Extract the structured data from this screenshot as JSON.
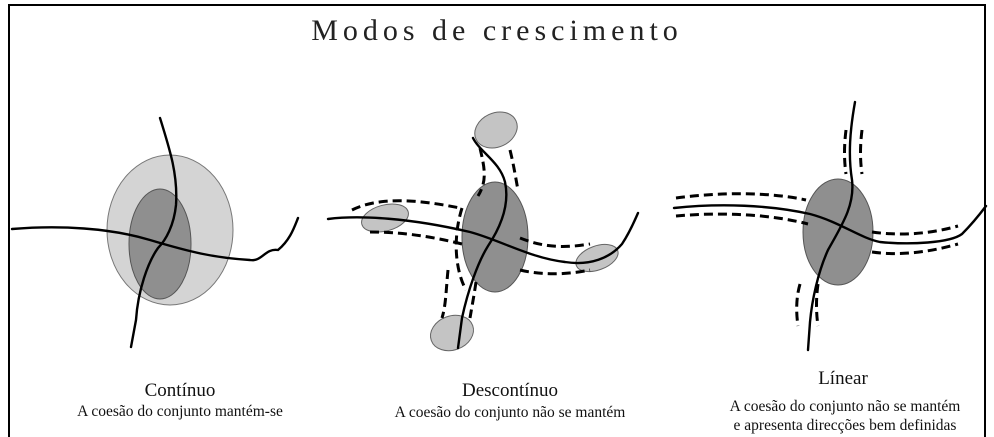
{
  "title": "Modos de crescimento",
  "panels": [
    {
      "name": "Contínuo",
      "description": "A coesão do conjunto mantém-se"
    },
    {
      "name": "Descontínuo",
      "description": "A coesão do conjunto não se mantém"
    },
    {
      "name": "Línear",
      "description_line1": "A coesão do conjunto não se mantém",
      "description_line2": "e apresenta direcções bem definidas"
    }
  ],
  "colors": {
    "outer_zone": "#d4d4d4",
    "inner_zone": "#8f8f8f",
    "satellite_zone": "#c4c4c4",
    "line": "#000000"
  }
}
